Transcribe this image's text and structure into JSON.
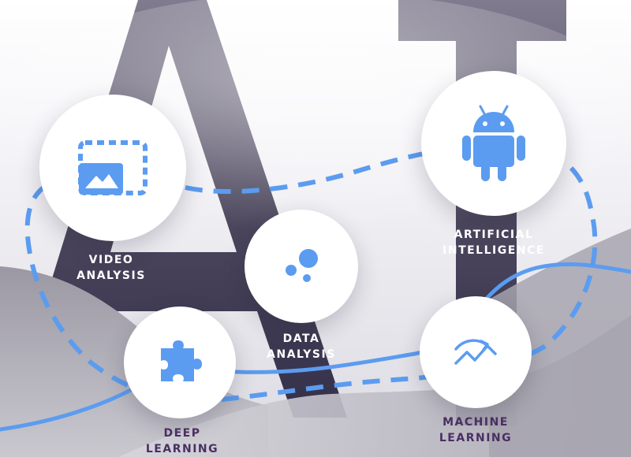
{
  "colors": {
    "accent": "#5b9cf0",
    "letter_dark": "#3a3548",
    "label_light": "#ffffff",
    "label_dark": "#4a2e63"
  },
  "nodes": [
    {
      "id": "video-analysis",
      "icon": "image-frame-icon",
      "label_lines": [
        "VIDEO",
        "ANALYSIS"
      ]
    },
    {
      "id": "artificial-intelligence",
      "icon": "android-icon",
      "label_lines": [
        "ARTIFICIAL",
        "INTELLIGENCE"
      ]
    },
    {
      "id": "data-analysis",
      "icon": "bubbles-icon",
      "label_lines": [
        "DATA",
        "ANALYSIS"
      ]
    },
    {
      "id": "deep-learning",
      "icon": "puzzle-icon",
      "label_lines": [
        "DEEP",
        "LEARNING"
      ]
    },
    {
      "id": "machine-learning",
      "icon": "trend-chart-icon",
      "label_lines": [
        "MACHINE",
        "LEARNING"
      ]
    }
  ]
}
